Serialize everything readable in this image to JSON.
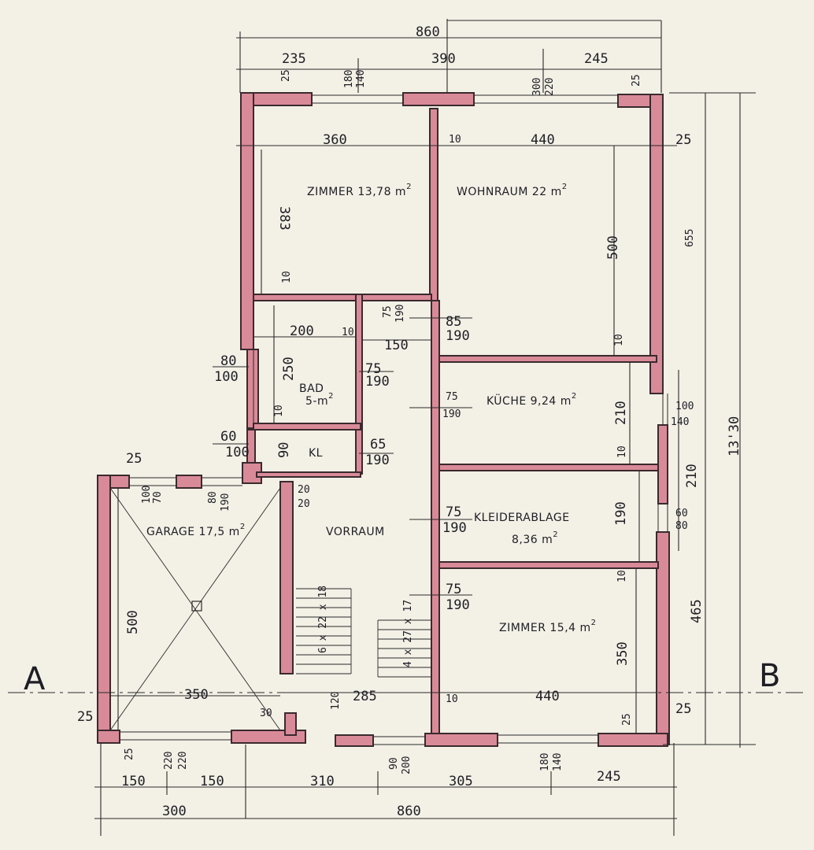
{
  "overall": {
    "top": "860",
    "bottom": "860",
    "right": "13'30",
    "garage_width": "300"
  },
  "top_segments": [
    "235",
    "390",
    "245"
  ],
  "bottom_segments": [
    "150",
    "150",
    "310",
    "305",
    "245"
  ],
  "rooms": {
    "zimmer1": "ZIMMER 13,78 m",
    "zimmer1_sup": "2",
    "wohnraum": "WOHNRAUM 22 m",
    "wohnraum_sup": "2",
    "bad": "BAD",
    "bad_area": "5-m",
    "bad_sup": "2",
    "kl": "KL",
    "kueche": "KÜCHE 9,24 m",
    "kueche_sup": "2",
    "garage": "GARAGE 17,5 m",
    "garage_sup": "2",
    "vorraum": "VORRAUM",
    "kleiderablage": "KLEIDERABLAGE",
    "kleiderablage_area": "8,36 m",
    "kleiderablage_sup": "2",
    "zimmer2": "ZIMMER 15,4 m",
    "zimmer2_sup": "2"
  },
  "section_marks": {
    "left": "A",
    "right": "B"
  },
  "dims": {
    "d25a": "25",
    "d180": "180",
    "d140": "140",
    "d300": "300",
    "d220": "220",
    "d25b": "25",
    "w360": "360",
    "w10a": "10",
    "w440": "440",
    "w25c": "25",
    "h383": "383",
    "h500": "500",
    "h655": "655",
    "d10b": "10",
    "d75": "75",
    "d190a": "190",
    "d85": "85",
    "d190b": "190",
    "w200": "200",
    "d10c": "10",
    "w150": "150",
    "d10d": "10",
    "w80": "80",
    "w100a": "100",
    "h250": "250",
    "d75b": "75",
    "d190c": "190",
    "d75c": "75",
    "d190d": "190",
    "h210a": "210",
    "w100b": "100",
    "w140": "140",
    "d10e": "10",
    "d10f": "10",
    "w90": "90",
    "d65": "65",
    "d190e": "190",
    "w60": "60",
    "w100c": "100",
    "d20a": "20",
    "d20b": "20",
    "g25": "25",
    "g100": "100",
    "g70": "70",
    "g80": "80",
    "g190": "190",
    "d75e": "75",
    "d190f": "190",
    "h190k": "190",
    "h210b": "210",
    "w60b": "60",
    "w80b": "80",
    "d10g": "10",
    "d75f": "75",
    "d190g": "190",
    "h465": "465",
    "h350": "350",
    "stair1": "6 x 22 x 18",
    "stair2": "4 x 27 x 17",
    "h500g": "500",
    "w350": "350",
    "w25g": "25",
    "w30": "30",
    "w120": "120",
    "w285": "285",
    "w10h": "10",
    "w440b": "440",
    "b25a": "25",
    "b25b": "25",
    "b25c": "25",
    "b220a": "220",
    "b220b": "220",
    "b90": "90",
    "b200": "200",
    "b180": "180",
    "b140": "140"
  }
}
